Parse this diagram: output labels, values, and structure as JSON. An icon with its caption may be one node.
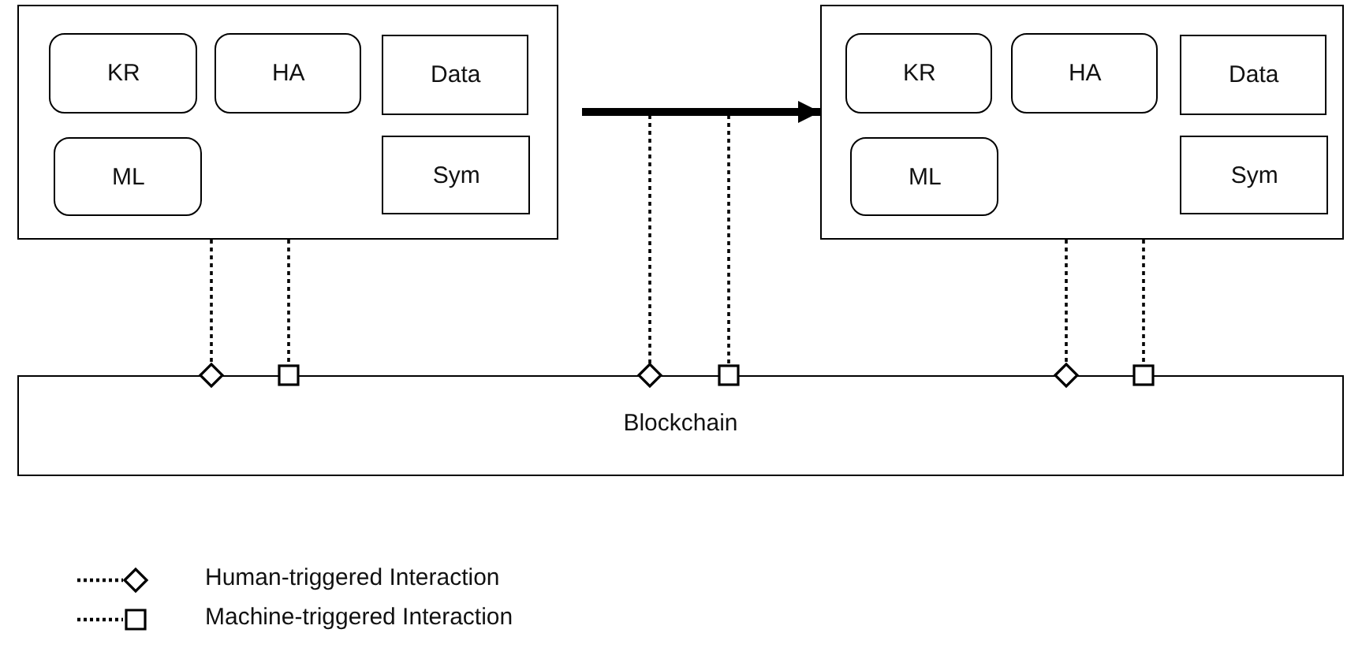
{
  "diagram": {
    "nodes": [
      {
        "text": [],
        "shape": "box"
      },
      {
        "text": [
          "KR"
        ],
        "in": 0
      },
      {
        "text": [
          "HA"
        ],
        "in": 0
      },
      {
        "text": [
          "Data"
        ],
        "in": 0
      },
      {
        "text": [
          "ML"
        ],
        "in": 0
      },
      {
        "text": [
          "Sym"
        ],
        "in": 0
      },
      {
        "text": [],
        "shape": "box"
      },
      {
        "text": [
          "KR"
        ],
        "in": 6
      },
      {
        "text": [
          "HA"
        ],
        "in": 6
      },
      {
        "text": [
          "Data"
        ],
        "in": 6
      },
      {
        "text": [
          "ML"
        ],
        "in": 6
      },
      {
        "text": [
          "Sym"
        ],
        "in": 6
      },
      {
        "text": [
          "Blockchain"
        ]
      }
    ],
    "edges": [
      {
        "from": 0,
        "to": 12,
        "arrow": "other",
        "style": "dashed"
      },
      {
        "from": 0,
        "to": 12,
        "arrow": "other",
        "style": "dashed"
      },
      {
        "from": 0,
        "to": 6,
        "arrow": "to",
        "style": "thick"
      },
      {
        "from": null,
        "to": 12,
        "arrow": "other",
        "style": "dashed"
      },
      {
        "from": null,
        "to": 12,
        "arrow": "other",
        "style": "dashed"
      },
      {
        "from": 6,
        "to": 12,
        "arrow": "other",
        "style": "dashed"
      },
      {
        "from": 6,
        "to": 12,
        "arrow": "other",
        "style": "dashed"
      }
    ],
    "legend": [
      {
        "text": "Human-triggered Interaction"
      },
      {
        "text": "Machine-triggered Interaction"
      }
    ]
  }
}
